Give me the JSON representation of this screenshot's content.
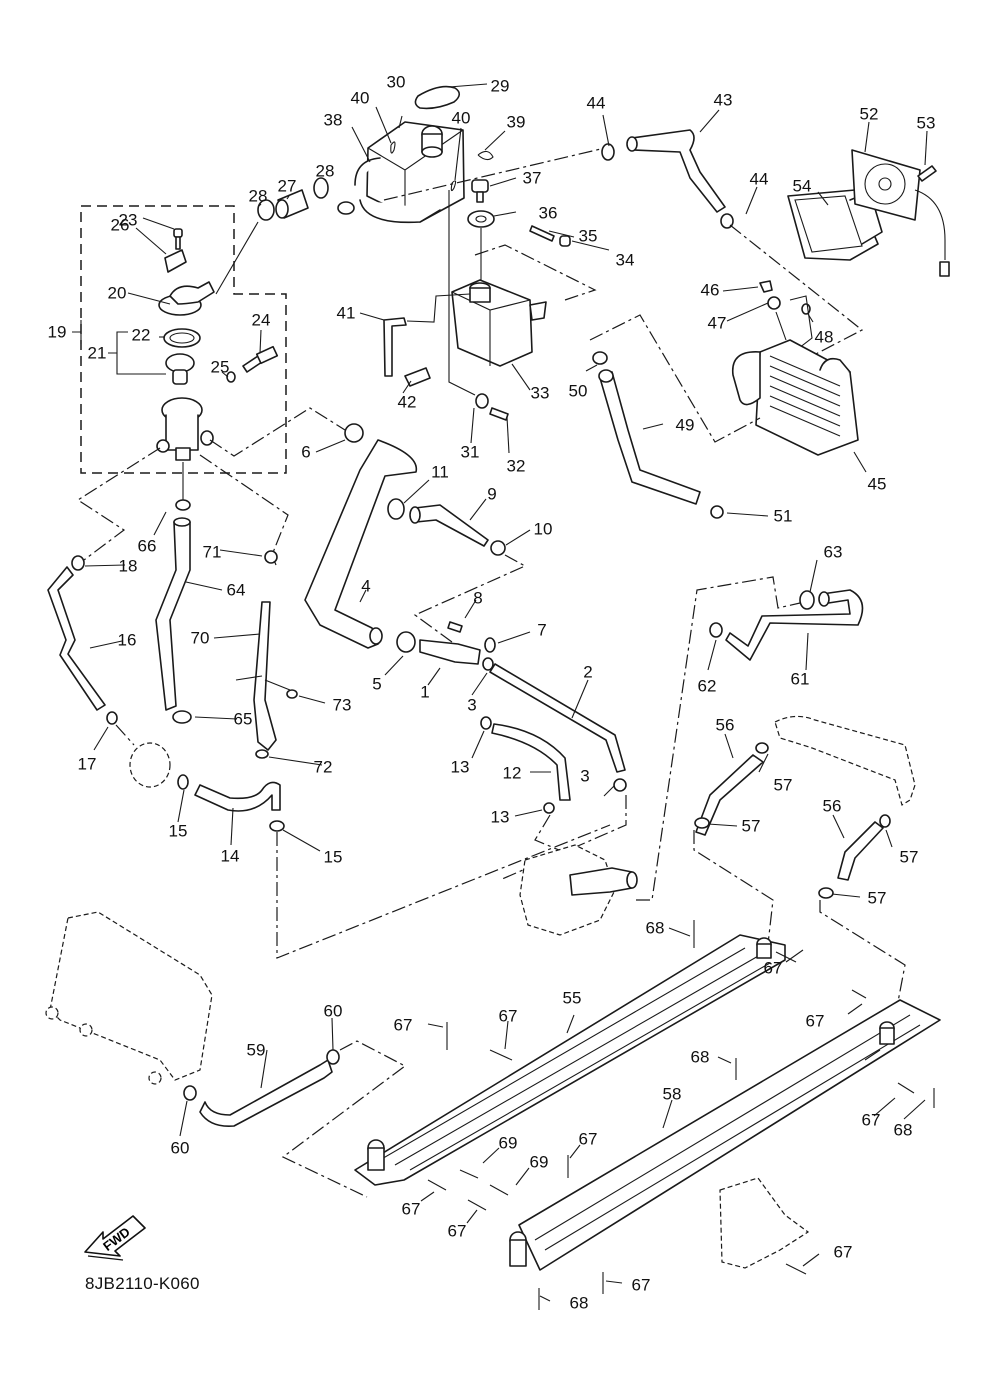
{
  "diagram": {
    "title": "Radiator / Cooling Hose Exploded Parts Diagram",
    "diagram_code": "8JB2110-K060",
    "direction_label": "FWD",
    "group_bracket_label": "19",
    "sub_bracket_label": "21",
    "callouts": [
      {
        "id": "c30",
        "label": "30"
      },
      {
        "id": "c29",
        "label": "29"
      },
      {
        "id": "c40a",
        "label": "40"
      },
      {
        "id": "c40b",
        "label": "40"
      },
      {
        "id": "c38",
        "label": "38"
      },
      {
        "id": "c39",
        "label": "39"
      },
      {
        "id": "c44a",
        "label": "44"
      },
      {
        "id": "c43",
        "label": "43"
      },
      {
        "id": "c52",
        "label": "52"
      },
      {
        "id": "c53",
        "label": "53"
      },
      {
        "id": "c37",
        "label": "37"
      },
      {
        "id": "c28a",
        "label": "28"
      },
      {
        "id": "c27",
        "label": "27"
      },
      {
        "id": "c28b",
        "label": "28"
      },
      {
        "id": "c44b",
        "label": "44"
      },
      {
        "id": "c54",
        "label": "54"
      },
      {
        "id": "c36",
        "label": "36"
      },
      {
        "id": "c23",
        "label": "23"
      },
      {
        "id": "c26",
        "label": "26"
      },
      {
        "id": "c35",
        "label": "35"
      },
      {
        "id": "c34",
        "label": "34"
      },
      {
        "id": "c20",
        "label": "20"
      },
      {
        "id": "c46",
        "label": "46"
      },
      {
        "id": "c41",
        "label": "41"
      },
      {
        "id": "c24",
        "label": "24"
      },
      {
        "id": "c47",
        "label": "47"
      },
      {
        "id": "c48",
        "label": "48"
      },
      {
        "id": "c22",
        "label": "22"
      },
      {
        "id": "c19",
        "label": "19"
      },
      {
        "id": "c21",
        "label": "21"
      },
      {
        "id": "c25",
        "label": "25"
      },
      {
        "id": "c42",
        "label": "42"
      },
      {
        "id": "c33",
        "label": "33"
      },
      {
        "id": "c50",
        "label": "50"
      },
      {
        "id": "c31",
        "label": "31"
      },
      {
        "id": "c32",
        "label": "32"
      },
      {
        "id": "c6",
        "label": "6"
      },
      {
        "id": "c49",
        "label": "49"
      },
      {
        "id": "c45",
        "label": "45"
      },
      {
        "id": "c11",
        "label": "11"
      },
      {
        "id": "c9",
        "label": "9"
      },
      {
        "id": "c51",
        "label": "51"
      },
      {
        "id": "c66",
        "label": "66"
      },
      {
        "id": "c10",
        "label": "10"
      },
      {
        "id": "c71",
        "label": "71"
      },
      {
        "id": "c18",
        "label": "18"
      },
      {
        "id": "c64",
        "label": "64"
      },
      {
        "id": "c63",
        "label": "63"
      },
      {
        "id": "c8",
        "label": "8"
      },
      {
        "id": "c4",
        "label": "4"
      },
      {
        "id": "c7",
        "label": "7"
      },
      {
        "id": "c16",
        "label": "16"
      },
      {
        "id": "c70",
        "label": "70"
      },
      {
        "id": "c62",
        "label": "62"
      },
      {
        "id": "c61",
        "label": "61"
      },
      {
        "id": "c2",
        "label": "2"
      },
      {
        "id": "c5",
        "label": "5"
      },
      {
        "id": "c1",
        "label": "1"
      },
      {
        "id": "c3a",
        "label": "3"
      },
      {
        "id": "c73",
        "label": "73"
      },
      {
        "id": "c65",
        "label": "65"
      },
      {
        "id": "c56a",
        "label": "56"
      },
      {
        "id": "c17",
        "label": "17"
      },
      {
        "id": "c13a",
        "label": "13"
      },
      {
        "id": "c72",
        "label": "72"
      },
      {
        "id": "c12",
        "label": "12"
      },
      {
        "id": "c57a",
        "label": "57"
      },
      {
        "id": "c3b",
        "label": "3"
      },
      {
        "id": "c13b",
        "label": "13"
      },
      {
        "id": "c15a",
        "label": "15"
      },
      {
        "id": "c56b",
        "label": "56"
      },
      {
        "id": "c57b",
        "label": "57"
      },
      {
        "id": "c14",
        "label": "14"
      },
      {
        "id": "c15b",
        "label": "15"
      },
      {
        "id": "c57c",
        "label": "57"
      },
      {
        "id": "c57d",
        "label": "57"
      },
      {
        "id": "c68a",
        "label": "68"
      },
      {
        "id": "c67a",
        "label": "67"
      },
      {
        "id": "c55",
        "label": "55"
      },
      {
        "id": "c60a",
        "label": "60"
      },
      {
        "id": "c67b",
        "label": "67"
      },
      {
        "id": "c67c",
        "label": "67"
      },
      {
        "id": "c67d",
        "label": "67"
      },
      {
        "id": "c59",
        "label": "59"
      },
      {
        "id": "c68b",
        "label": "68"
      },
      {
        "id": "c58",
        "label": "58"
      },
      {
        "id": "c60b",
        "label": "60"
      },
      {
        "id": "c67e",
        "label": "67"
      },
      {
        "id": "c68c",
        "label": "68"
      },
      {
        "id": "c69a",
        "label": "69"
      },
      {
        "id": "c67f",
        "label": "67"
      },
      {
        "id": "c69b",
        "label": "69"
      },
      {
        "id": "c67g",
        "label": "67"
      },
      {
        "id": "c67h",
        "label": "67"
      },
      {
        "id": "c67i",
        "label": "67"
      },
      {
        "id": "c67j",
        "label": "67"
      },
      {
        "id": "c68d",
        "label": "68"
      }
    ]
  }
}
